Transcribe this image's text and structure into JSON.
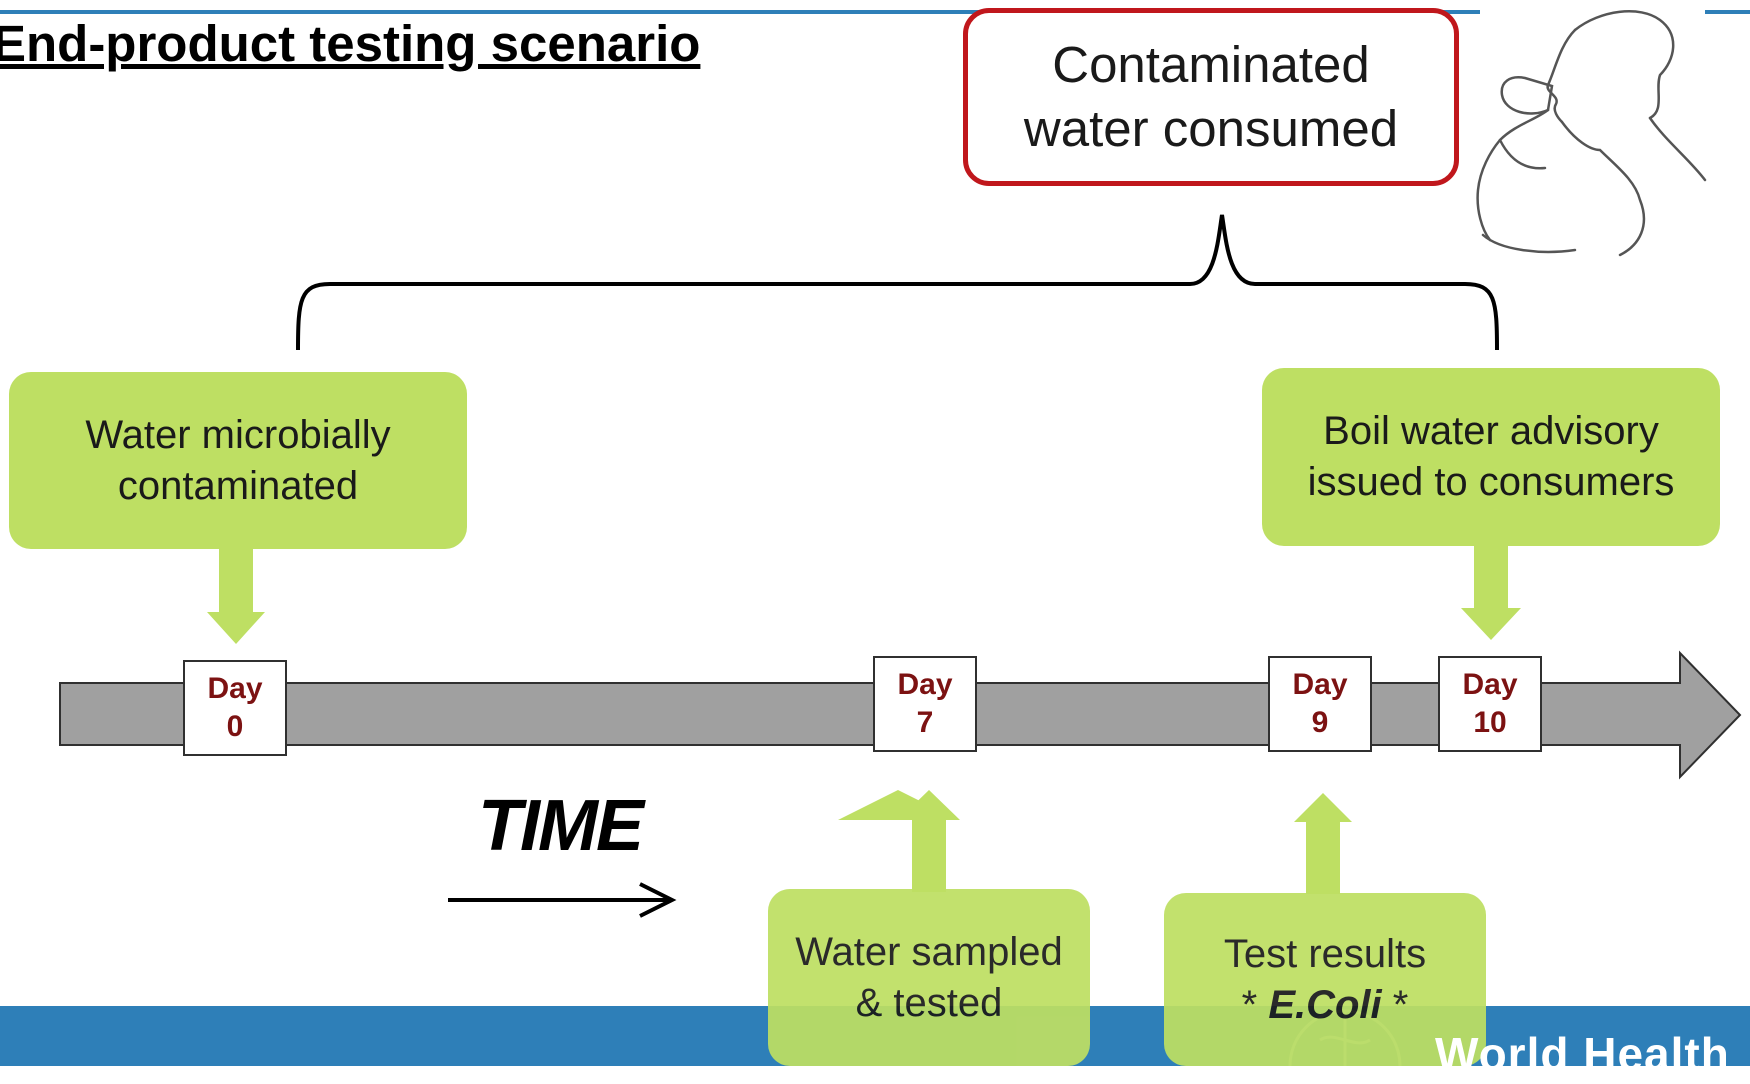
{
  "title": "End-product testing scenario",
  "consumed_box": {
    "line1": "Contaminated",
    "line2": "water consumed"
  },
  "events_top": [
    {
      "line1": "Water microbially",
      "line2": "contaminated"
    },
    {
      "line1": "Boil water advisory",
      "line2": "issued to consumers"
    }
  ],
  "events_bottom": [
    {
      "line1": "Water sampled",
      "line2": "& tested"
    },
    {
      "line1": "Test results",
      "line2_pre": "* ",
      "line2_em": "E.Coli",
      "line2_post": " *"
    }
  ],
  "days": [
    {
      "label": "Day",
      "num": "0"
    },
    {
      "label": "Day",
      "num": "7"
    },
    {
      "label": "Day",
      "num": "9"
    },
    {
      "label": "Day",
      "num": "10"
    }
  ],
  "time_label": "TIME",
  "footer": {
    "org_text": "World Health"
  },
  "colors": {
    "green_box": "#bedf63",
    "red_border": "#c0171c",
    "day_text": "#7c1212",
    "timeline": "#a0a0a0",
    "footer": "#2e7fb8"
  }
}
